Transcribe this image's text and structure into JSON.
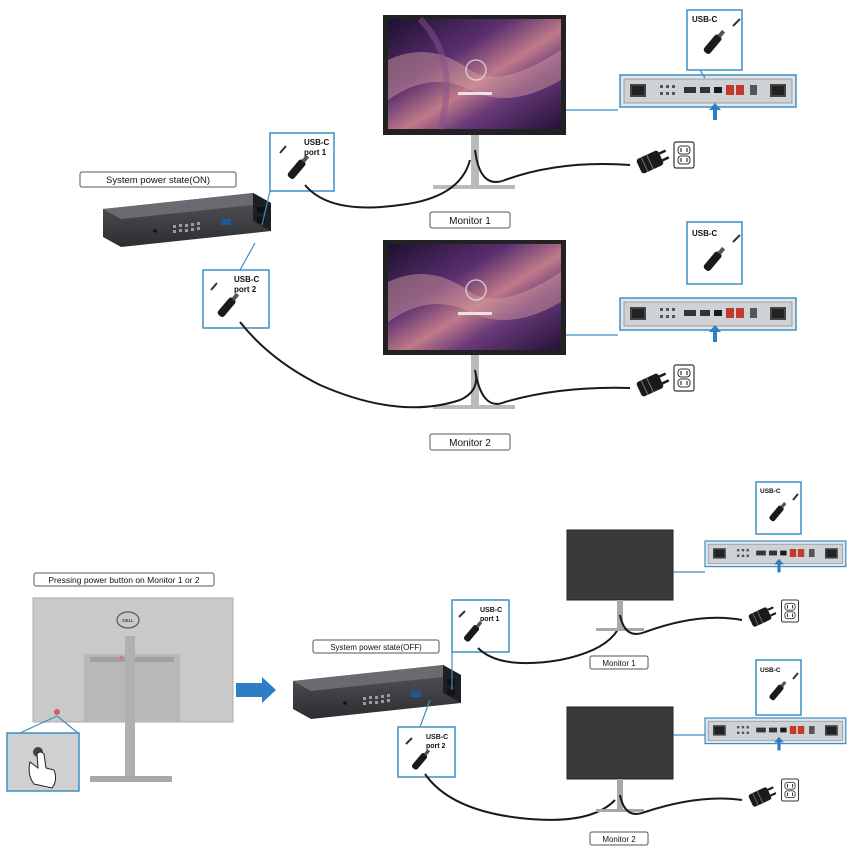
{
  "labels": {
    "top_system_state": "System power state(ON)",
    "top_monitor1": "Monitor 1",
    "top_monitor2": "Monitor 2",
    "usbc": "USB-C",
    "usbc_port1_line1": "USB-C",
    "usbc_port1_line2": "port 1",
    "usbc_port2_line1": "USB-C",
    "usbc_port2_line2": "port 2",
    "pressing": "Pressing power button on Monitor 1 or 2",
    "bottom_system_state": "System power state(OFF)",
    "bottom_monitor1": "Monitor 1",
    "bottom_monitor2": "Monitor 2",
    "logo": "DELL"
  },
  "colors": {
    "callout_border": "#3b8fc6",
    "arrow_blue": "#2e7fc1",
    "dock_dark": "#3c3d41",
    "monitor_off": "#3a3a3a",
    "monitor_back": "#c9c9c9",
    "cable": "#1a1a1a"
  },
  "icons": [
    "usb-c-plug-icon",
    "power-plug-icon",
    "wall-outlet-icon",
    "up-arrow-icon",
    "right-arrow-icon",
    "hand-press-icon",
    "dell-logo"
  ]
}
